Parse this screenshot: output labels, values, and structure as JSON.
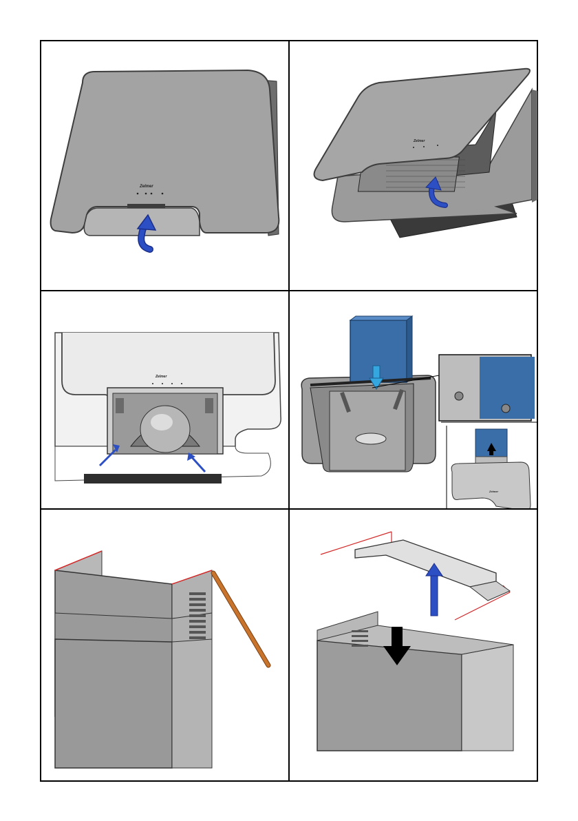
{
  "brand_label": "Zelmer",
  "colors": {
    "hood_gray": "#9d9d9d",
    "hood_edge": "#5a5a5a",
    "chimney_blue": "#3a6ea8",
    "arrow_blue": "#2d4fc4",
    "arrow_cyan": "#35a7e0",
    "red_mark": "#d42a2a",
    "pencil": "#c8742c",
    "dark_body": "#3a3a3a"
  },
  "panels": [
    {
      "id": "panel-1",
      "description_icon": "curved-arrow-up-icon"
    },
    {
      "id": "panel-2",
      "description_icon": "curved-arrow-up-icon"
    },
    {
      "id": "panel-3",
      "description_icon": "pointer-arrow-icon"
    },
    {
      "id": "panel-4",
      "description_icon": "down-arrow-icon"
    },
    {
      "id": "panel-5",
      "description_icon": "pencil-icon"
    },
    {
      "id": "panel-6",
      "description_icon": "down-arrow-icon"
    }
  ]
}
